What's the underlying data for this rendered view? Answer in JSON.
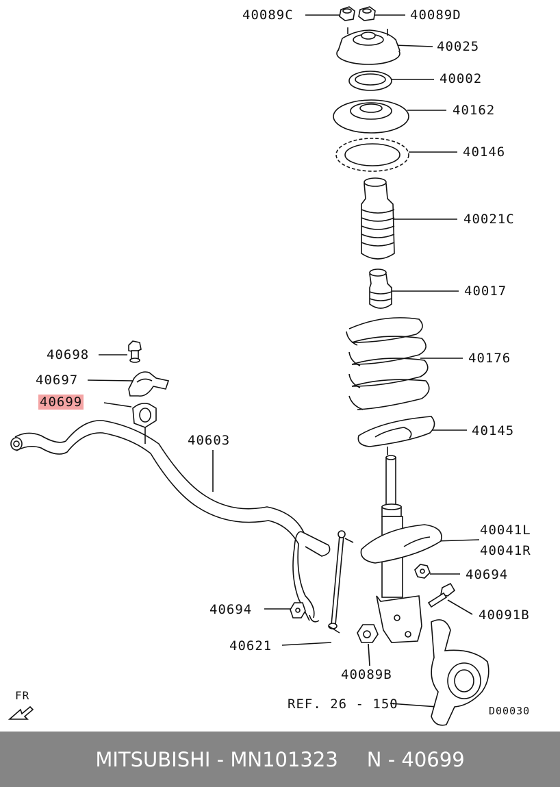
{
  "callouts": {
    "p40089c": "40089C",
    "p40089d": "40089D",
    "p40025": "40025",
    "p40002": "40002",
    "p40162": "40162",
    "p40146": "40146",
    "p40021c": "40021C",
    "p40017": "40017",
    "p40698": "40698",
    "p40697": "40697",
    "p40699": "40699",
    "p40176": "40176",
    "p40603": "40603",
    "p40145": "40145",
    "p40041l": "40041L",
    "p40041r": "40041R",
    "p40694a": "40694",
    "p40694b": "40694",
    "p40091b": "40091B",
    "p40621": "40621",
    "p40089b": "40089B",
    "ref": "REF. 26 - 150",
    "code": "D00030",
    "fr": "FR"
  },
  "highlight": {
    "part": "40699",
    "color": "#f4a4a4"
  },
  "footer": {
    "brand": "MITSUBISHI - MN101323",
    "ref": "N - 40699",
    "background": "#858585"
  }
}
